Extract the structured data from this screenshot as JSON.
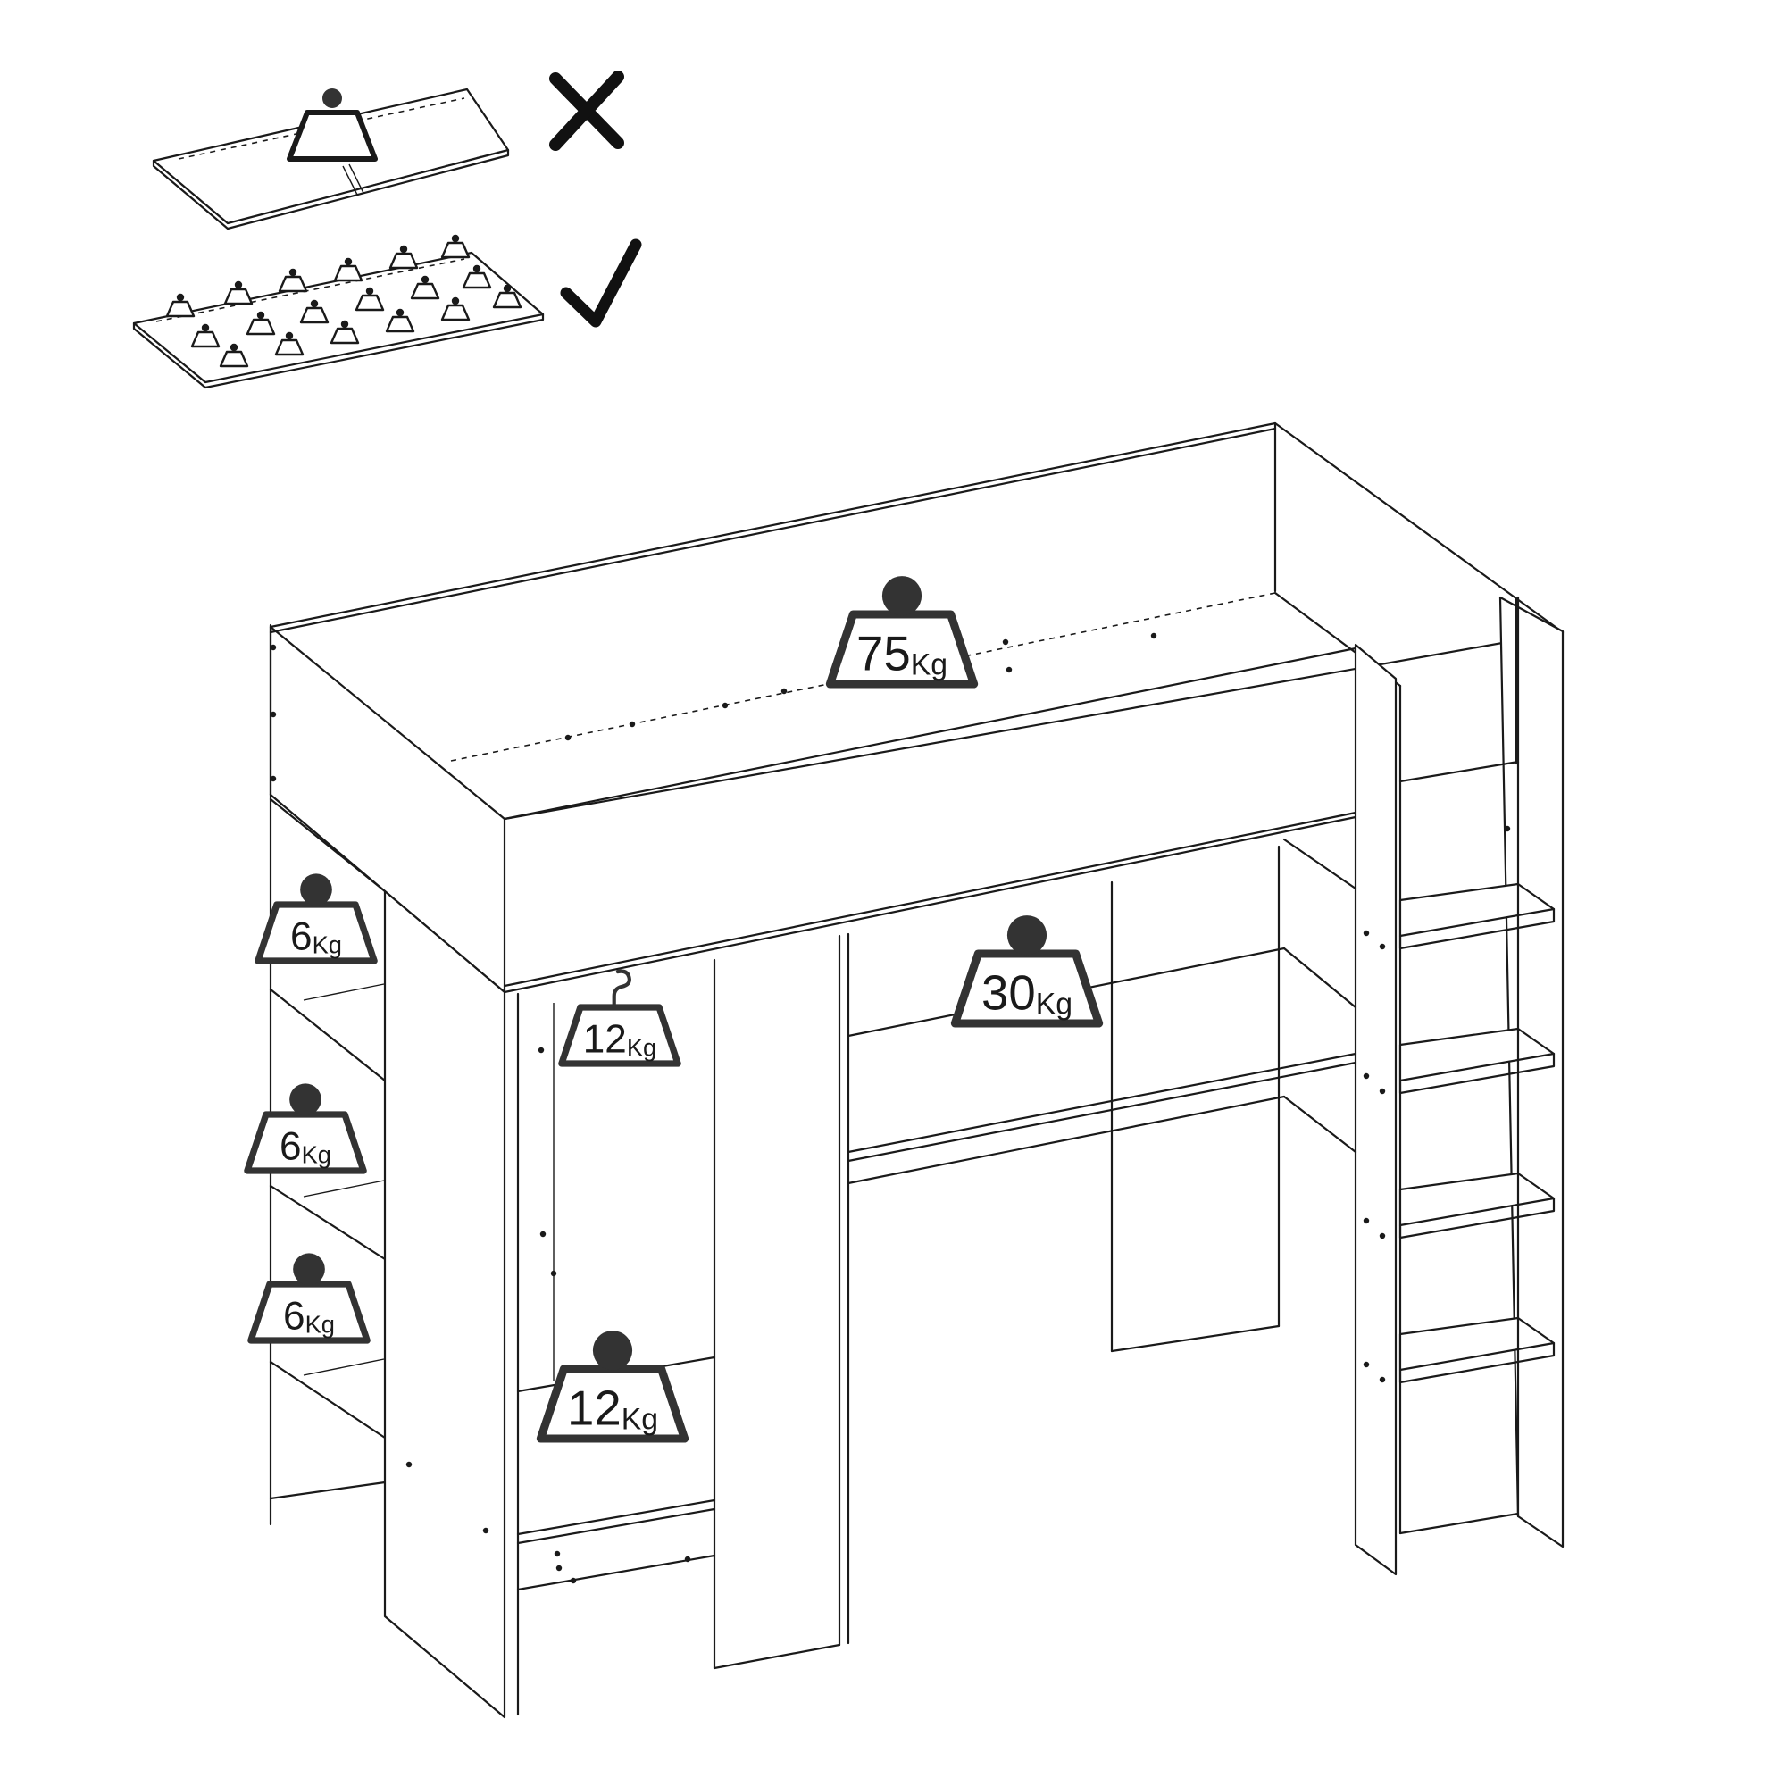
{
  "diagram": {
    "loads": [
      {
        "id": "bed-top",
        "value": "75",
        "unit": "Kg",
        "kind": "weight"
      },
      {
        "id": "desk",
        "value": "30",
        "unit": "Kg",
        "kind": "weight"
      },
      {
        "id": "hanging-rail",
        "value": "12",
        "unit": "Kg",
        "kind": "hanger"
      },
      {
        "id": "wardrobe-shelf",
        "value": "12",
        "unit": "Kg",
        "kind": "weight"
      },
      {
        "id": "side-shelf-1",
        "value": "6",
        "unit": "Kg",
        "kind": "weight"
      },
      {
        "id": "side-shelf-2",
        "value": "6",
        "unit": "Kg",
        "kind": "weight"
      },
      {
        "id": "side-shelf-3",
        "value": "6",
        "unit": "Kg",
        "kind": "weight"
      }
    ],
    "legend": {
      "incorrect": {
        "meaning": "concentrated load",
        "symbol": "cross-mark"
      },
      "correct": {
        "meaning": "evenly distributed load",
        "symbol": "check-mark"
      }
    }
  }
}
